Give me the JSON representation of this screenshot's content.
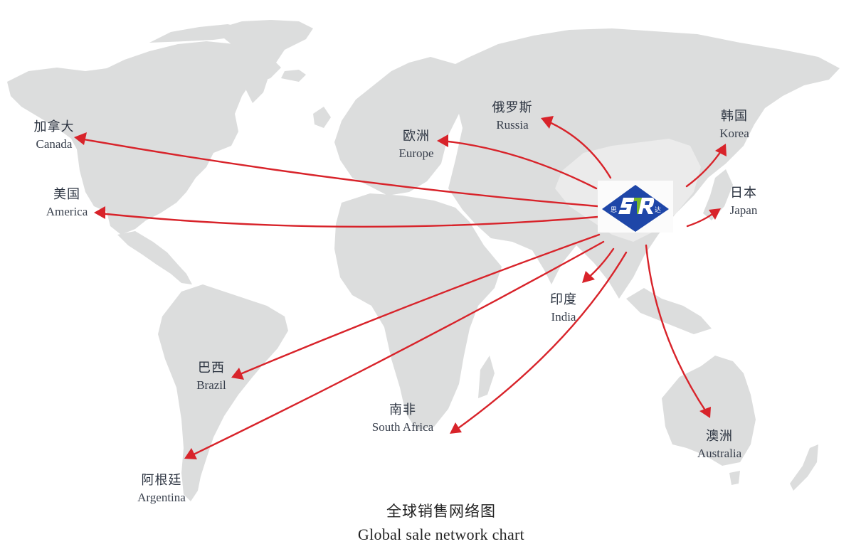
{
  "title": {
    "zh": "全球销售网络图",
    "en": "Global sale network chart"
  },
  "hub": {
    "name": "STR logo",
    "logo_text": "STR",
    "left_char": "思",
    "right_char": "达",
    "colors": {
      "diamond": "#1e46a8",
      "accent": "#7ab929",
      "text": "#ffffff"
    }
  },
  "route_color": "#d8232a",
  "land_color": "#dcdddd",
  "destinations": [
    {
      "id": "canada",
      "zh": "加拿大",
      "en": "Canada"
    },
    {
      "id": "america",
      "zh": "美国",
      "en": "America"
    },
    {
      "id": "europe",
      "zh": "欧洲",
      "en": "Europe"
    },
    {
      "id": "russia",
      "zh": "俄罗斯",
      "en": "Russia"
    },
    {
      "id": "korea",
      "zh": "韩国",
      "en": "Korea"
    },
    {
      "id": "japan",
      "zh": "日本",
      "en": "Japan"
    },
    {
      "id": "india",
      "zh": "印度",
      "en": "India"
    },
    {
      "id": "brazil",
      "zh": "巴西",
      "en": "Brazil"
    },
    {
      "id": "south_africa",
      "zh": "南非",
      "en": "South Africa"
    },
    {
      "id": "argentina",
      "zh": "阿根廷",
      "en": "Argentina"
    },
    {
      "id": "australia",
      "zh": "澳洲",
      "en": "Australia"
    }
  ]
}
